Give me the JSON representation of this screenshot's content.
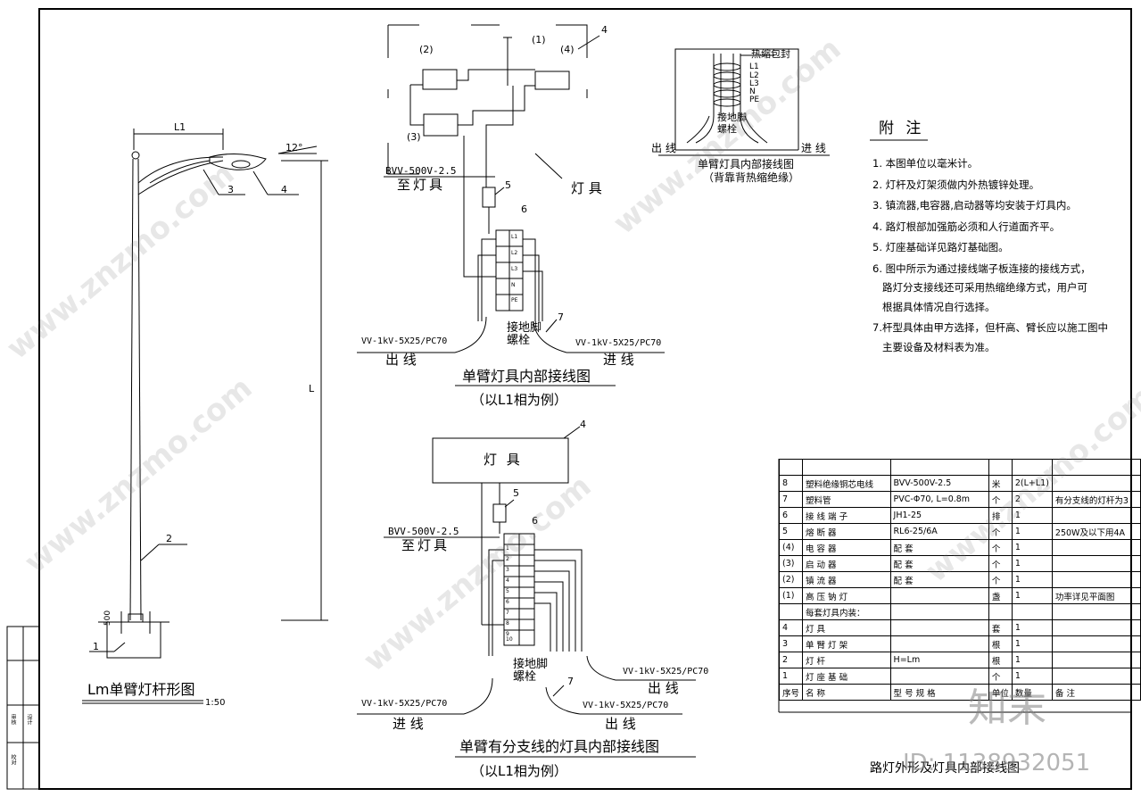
{
  "figure_pole": {
    "dim_arm": "L1",
    "dim_height": "L",
    "angle": "12°",
    "base_dim": "500",
    "callouts": [
      "1",
      "2",
      "3",
      "4"
    ],
    "title": "Lm单臂灯杆形图",
    "scale": "1:50"
  },
  "figure_wiring1": {
    "lamp_label": "灯 具",
    "parts": [
      "(1)",
      "(2)",
      "(3)",
      "(4)"
    ],
    "callout_box": "4",
    "callout_fuse": "5",
    "callout_terminal": "6",
    "callout_pipe": "7",
    "cable_to_lamp": "BVV-500V-2.5",
    "to_lamp": "至灯具",
    "terminals": [
      "L1",
      "L2",
      "L3",
      "N",
      "PE"
    ],
    "ground_bolt": [
      "接地脚",
      "螺栓"
    ],
    "cable_out": "VV-1kV-5X25/PC70",
    "cable_in": "VV-1kV-5X25/PC70",
    "out_label": "出 线",
    "in_label": "进 线",
    "title": "单臂灯具内部接线图",
    "subtitle": "（以L1相为例）"
  },
  "figure_wiring2": {
    "lamp_label": "灯 具",
    "callout_box": "4",
    "callout_fuse": "5",
    "callout_terminal": "6",
    "callout_pipe": "7",
    "cable_to_lamp": "BVV-500V-2.5",
    "to_lamp": "至灯具",
    "terminals": [
      "1",
      "2",
      "3",
      "4",
      "5",
      "6",
      "7",
      "8",
      "9",
      "10"
    ],
    "ground_bolt": [
      "接地脚",
      "螺栓"
    ],
    "cable_out": "VV-1kV-5X25/PC70",
    "cable_in": "VV-1kV-5X25/PC70",
    "out_label": "出 线",
    "in_label": "进 线",
    "title": "单臂有分支线的灯具内部接线图",
    "subtitle": "（以L1相为例）"
  },
  "figure_heatshrink": {
    "heat_seal": "热缩包封",
    "phases": [
      "L1",
      "L2",
      "L3",
      "N",
      "PE"
    ],
    "ground_bolt": [
      "接地脚",
      "螺栓"
    ],
    "out_label": "出 线",
    "in_label": "进 线",
    "title": "单臂灯具内部接线图",
    "subtitle": "（背靠背热缩绝缘）"
  },
  "notes": {
    "heading": "附 注",
    "items": [
      "1. 本图单位以毫米计。",
      "2. 灯杆及灯架须做内外热镀锌处理。",
      "3. 镇流器,电容器,启动器等均安装于灯具内。",
      "4. 路灯根部加强筋必须和人行道面齐平。",
      "5. 灯座基础详见路灯基础图。",
      "6. 图中所示为通过接线端子板连接的接线方式，",
      "   路灯分支接线还可采用热缩绝缘方式，用户可",
      "   根据具体情况自行选择。",
      "7.杆型具体由甲方选择，但杆高、臂长应以施工图中",
      "   主要设备及材料表为准。"
    ]
  },
  "bom": {
    "rows": [
      [
        "8",
        "塑料绝缘铜芯电线",
        "BVV-500V-2.5",
        "米",
        "2(L+L1)",
        ""
      ],
      [
        "7",
        "塑料管",
        "PVC-Φ70, L=0.8m",
        "个",
        "2",
        "有分支线的灯杆为3"
      ],
      [
        "6",
        "接 线 端 子",
        "JH1-25",
        "排",
        "1",
        ""
      ],
      [
        "5",
        "熔 断 器",
        "RL6-25/6A",
        "个",
        "1",
        "250W及以下用4A"
      ],
      [
        "(4)",
        "电 容 器",
        "配 套",
        "个",
        "1",
        ""
      ],
      [
        "(3)",
        "启 动 器",
        "配 套",
        "个",
        "1",
        ""
      ],
      [
        "(2)",
        "镇 流 器",
        "配 套",
        "个",
        "1",
        ""
      ],
      [
        "(1)",
        "高 压 钠 灯",
        "",
        "盏",
        "1",
        "功率详见平面图"
      ],
      [
        "",
        "每套灯具内装：",
        "",
        "",
        "",
        ""
      ],
      [
        "4",
        "灯 具",
        "",
        "套",
        "1",
        ""
      ],
      [
        "3",
        "单 臂 灯 架",
        "",
        "根",
        "1",
        ""
      ],
      [
        "2",
        "灯 杆",
        "H=Lm",
        "根",
        "1",
        ""
      ],
      [
        "1",
        "灯 座 基 础",
        "",
        "个",
        "1",
        ""
      ]
    ],
    "header": [
      "序号",
      "名 称",
      "型 号 规 格",
      "单位",
      "数量",
      "备 注"
    ]
  },
  "drawing_title": "路灯外形及灯具内部接线图",
  "watermark": {
    "brand": "知末",
    "id": "ID: 1138932051",
    "site": "www.znzmo.com"
  },
  "sidebar_stamps": [
    "审核",
    "校对",
    "设计"
  ]
}
